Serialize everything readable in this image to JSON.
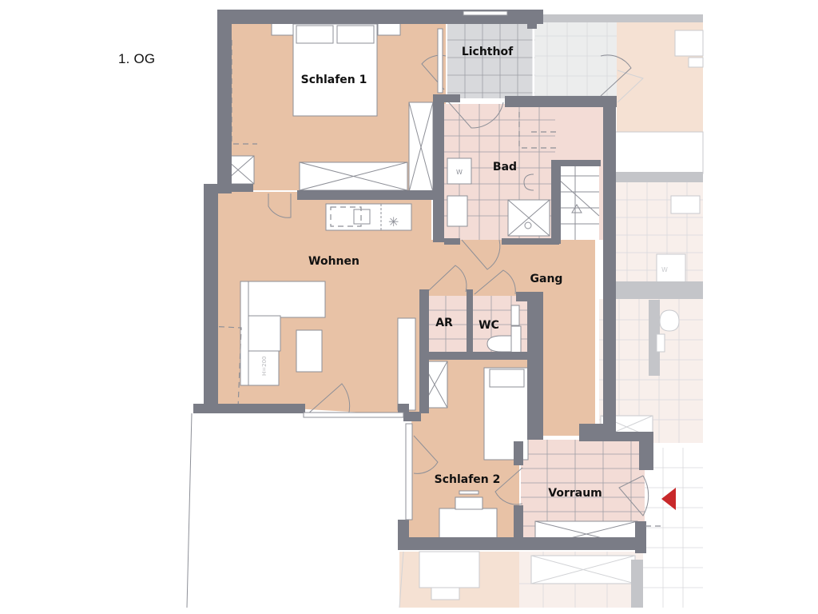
{
  "floor": {
    "label": "1. OG"
  },
  "rooms": [
    {
      "id": "schlafen-1",
      "label": "Schlafen 1"
    },
    {
      "id": "lichthof",
      "label": "Lichthof"
    },
    {
      "id": "bad",
      "label": "Bad"
    },
    {
      "id": "wohnen",
      "label": "Wohnen"
    },
    {
      "id": "gang",
      "label": "Gang"
    },
    {
      "id": "ar",
      "label": "AR"
    },
    {
      "id": "wc",
      "label": "WC"
    },
    {
      "id": "schlafen-2",
      "label": "Schlafen 2"
    },
    {
      "id": "vorraum",
      "label": "Vorraum"
    }
  ],
  "annotations": {
    "sofa_height": "H=200",
    "washer": "W",
    "neighbor_washer": "W"
  },
  "entrance_marker": {
    "direction": "left",
    "color": "#c8282a"
  },
  "colors": {
    "wall": "#7a7c86",
    "floor_wood": "#e8c2a6",
    "floor_tile": "#f3dcd6",
    "lichthof": "#d8d9dc",
    "entrance_marker": "#c8282a"
  }
}
